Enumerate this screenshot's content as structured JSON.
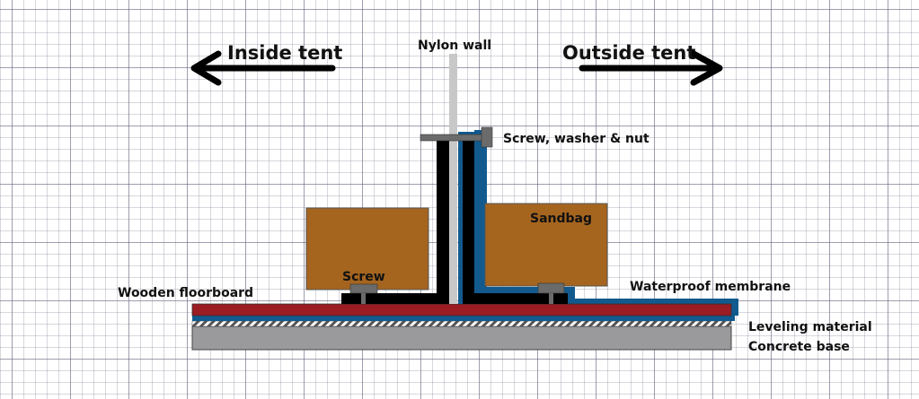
{
  "diagram": {
    "title": "Tent wall to floor waterproofing cross-section",
    "direction_labels": {
      "inside": "Inside tent",
      "outside": "Outside tent"
    },
    "labels": {
      "nylon_wall": "Nylon wall",
      "screw_washer_nut": "Screw, washer & nut",
      "sandbag": "Sandbag",
      "screw": "Screw",
      "wooden_floorboard": "Wooden floorboard",
      "waterproof_membrane": "Waterproof membrane",
      "leveling_material": "Leveling material",
      "concrete_base": "Concrete base"
    },
    "colors": {
      "floorboard": "#9b1c22",
      "membrane": "#125a8e",
      "concrete": "#9a9a9c",
      "sandbag": "#a5651f",
      "bracket": "#000000",
      "nylon": "#c8c8c8",
      "hardware": "#6b6b6b"
    }
  }
}
